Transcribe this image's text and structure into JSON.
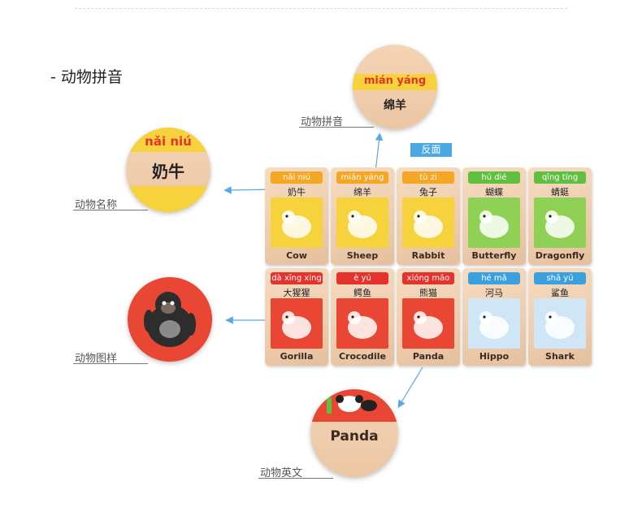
{
  "section_title": "- 动物拼音",
  "badge": "反面",
  "labels": {
    "pinyin": "动物拼音",
    "name": "动物名称",
    "picture": "动物图样",
    "english": "动物英文"
  },
  "zoom": {
    "top": {
      "pinyin": "mián yáng",
      "chinese": "绵羊"
    },
    "left": {
      "pinyin": "nǎi niú",
      "chinese": "奶牛"
    },
    "bottom": {
      "english": "Panda"
    }
  },
  "tiles": [
    {
      "pinyin": "nǎi niú",
      "chinese": "奶牛",
      "english": "Cow",
      "color": "#f5a623",
      "bg": "#f6d23c"
    },
    {
      "pinyin": "mián yáng",
      "chinese": "绵羊",
      "english": "Sheep",
      "color": "#f5a623",
      "bg": "#f6d23c"
    },
    {
      "pinyin": "tù zi",
      "chinese": "兔子",
      "english": "Rabbit",
      "color": "#f5a623",
      "bg": "#f6d23c"
    },
    {
      "pinyin": "hú dié",
      "chinese": "蝴蝶",
      "english": "Butterfly",
      "color": "#5fbf3f",
      "bg": "#8fd154"
    },
    {
      "pinyin": "qīng tíng",
      "chinese": "蜻蜓",
      "english": "Dragonfly",
      "color": "#5fbf3f",
      "bg": "#8fd154"
    },
    {
      "pinyin": "dà xīng xing",
      "chinese": "大猩猩",
      "english": "Gorilla",
      "color": "#e5322d",
      "bg": "#e94633"
    },
    {
      "pinyin": "è yú",
      "chinese": "鳄鱼",
      "english": "Crocodile",
      "color": "#e5322d",
      "bg": "#e94633"
    },
    {
      "pinyin": "xióng māo",
      "chinese": "熊猫",
      "english": "Panda",
      "color": "#e5322d",
      "bg": "#e94633"
    },
    {
      "pinyin": "hé mǎ",
      "chinese": "河马",
      "english": "Hippo",
      "color": "#3aa0e0",
      "bg": "#cfe6f7"
    },
    {
      "pinyin": "shā yú",
      "chinese": "鲨鱼",
      "english": "Shark",
      "color": "#3aa0e0",
      "bg": "#cfe6f7"
    }
  ]
}
